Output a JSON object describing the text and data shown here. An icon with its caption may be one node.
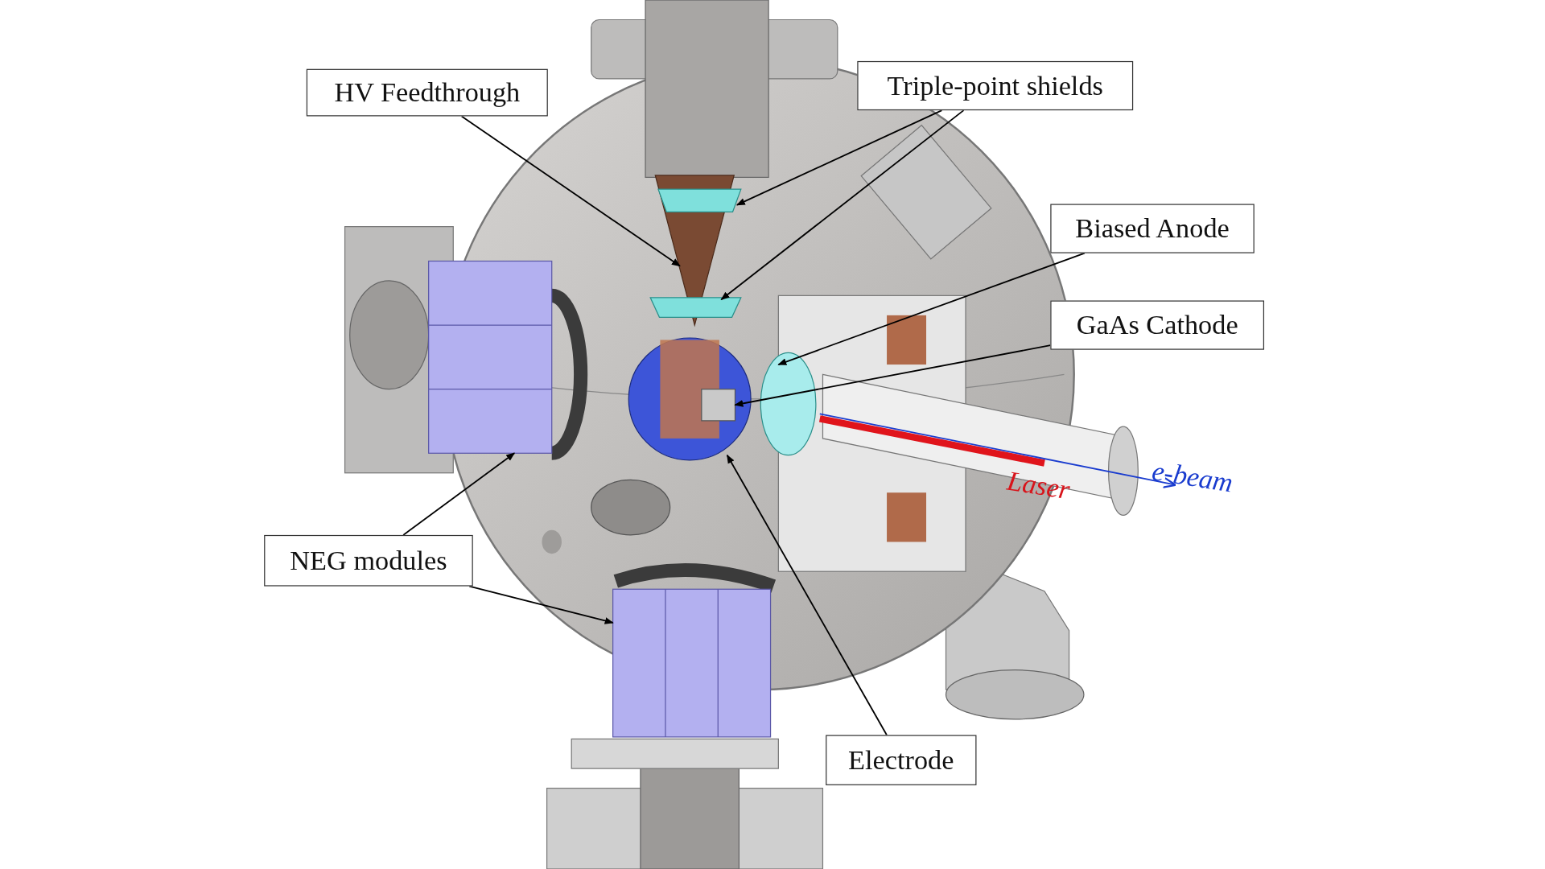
{
  "diagram": {
    "nodes": [
      {
        "text": [
          "HV Feedthrough"
        ]
      },
      {
        "text": [
          "Triple-point shields"
        ]
      },
      {
        "text": [
          "Biased Anode"
        ]
      },
      {
        "text": [
          "GaAs Cathode"
        ]
      },
      {
        "text": [
          "NEG modules"
        ]
      },
      {
        "text": [
          "Electrode"
        ]
      },
      {
        "text": [],
        "shape": "cone"
      },
      {
        "text": [],
        "shape": "ring"
      },
      {
        "text": [],
        "shape": "ring"
      },
      {
        "text": [],
        "shape": "disk"
      },
      {
        "text": [],
        "shape": "box",
        "in": 13
      },
      {
        "text": [],
        "shape": "box"
      },
      {
        "text": [],
        "shape": "cylinder"
      },
      {
        "text": [],
        "shape": "circle"
      }
    ],
    "edges": [
      {
        "from": 0,
        "to": 6,
        "arrow": "to"
      },
      {
        "from": 1,
        "to": 7,
        "arrow": "to"
      },
      {
        "from": 1,
        "to": 8,
        "arrow": "to"
      },
      {
        "from": 2,
        "to": 9,
        "arrow": "to"
      },
      {
        "from": 3,
        "to": 10,
        "arrow": "to"
      },
      {
        "from": 4,
        "to": 11,
        "arrow": "to"
      },
      {
        "from": 4,
        "to": 12,
        "arrow": "to"
      },
      {
        "from": 5,
        "to": 13,
        "arrow": "to"
      }
    ],
    "labels": [
      "Laser",
      "e-beam"
    ]
  }
}
